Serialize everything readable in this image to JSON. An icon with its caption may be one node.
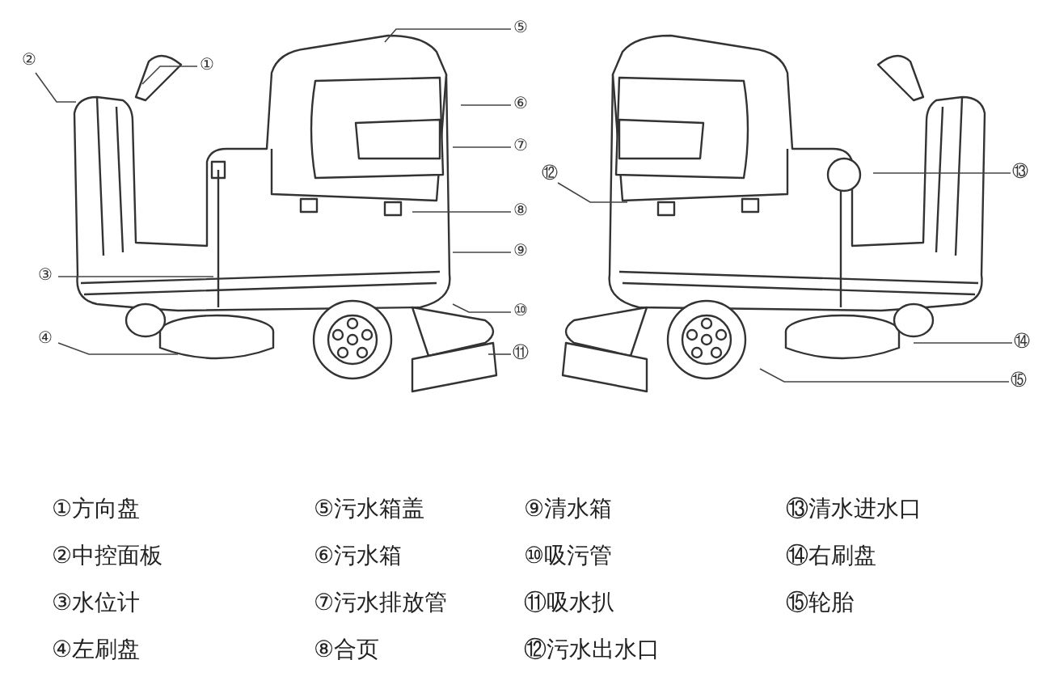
{
  "diagram": {
    "nodes": [
      {
        "text": [
          "①"
        ]
      },
      {
        "text": [
          "②"
        ]
      },
      {
        "text": [
          "③"
        ]
      },
      {
        "text": [
          "④"
        ]
      },
      {
        "text": [
          "⑤"
        ]
      },
      {
        "text": [
          "⑥"
        ]
      },
      {
        "text": [
          "⑦"
        ]
      },
      {
        "text": [
          "⑧"
        ]
      },
      {
        "text": [
          "⑨"
        ]
      },
      {
        "text": [
          "⑩"
        ]
      },
      {
        "text": [
          "⑪"
        ]
      },
      {
        "text": [
          "⑫"
        ]
      },
      {
        "text": [
          "⑬"
        ]
      },
      {
        "text": [
          "⑭"
        ]
      },
      {
        "text": [
          "⑮"
        ]
      }
    ],
    "edges": [
      {
        "from": 0,
        "to": null,
        "arrow": "none"
      },
      {
        "from": 1,
        "to": null,
        "arrow": "none"
      },
      {
        "from": 2,
        "to": null,
        "arrow": "none"
      },
      {
        "from": 3,
        "to": null,
        "arrow": "none"
      },
      {
        "from": 4,
        "to": null,
        "arrow": "none"
      },
      {
        "from": 5,
        "to": null,
        "arrow": "none"
      },
      {
        "from": 6,
        "to": null,
        "arrow": "none"
      },
      {
        "from": 7,
        "to": null,
        "arrow": "none"
      },
      {
        "from": 8,
        "to": null,
        "arrow": "none"
      },
      {
        "from": 9,
        "to": null,
        "arrow": "none"
      },
      {
        "from": 10,
        "to": null,
        "arrow": "none"
      },
      {
        "from": 11,
        "to": null,
        "arrow": "none"
      },
      {
        "from": 12,
        "to": null,
        "arrow": "none"
      },
      {
        "from": 13,
        "to": null,
        "arrow": "none"
      },
      {
        "from": 14,
        "to": null,
        "arrow": "none"
      }
    ],
    "labels": [
      "①方向盘",
      "⑤污水箱盖",
      "⑨清水箱",
      "⑬清水进水口",
      "②中控面板",
      "⑥污水箱",
      "⑩吸污管",
      "⑭右刷盘",
      "③水位计",
      "⑦污水排放管",
      "⑪吸水扒",
      "⑮轮胎",
      "④左刷盘",
      "⑧合页",
      "⑫污水出水口"
    ]
  }
}
